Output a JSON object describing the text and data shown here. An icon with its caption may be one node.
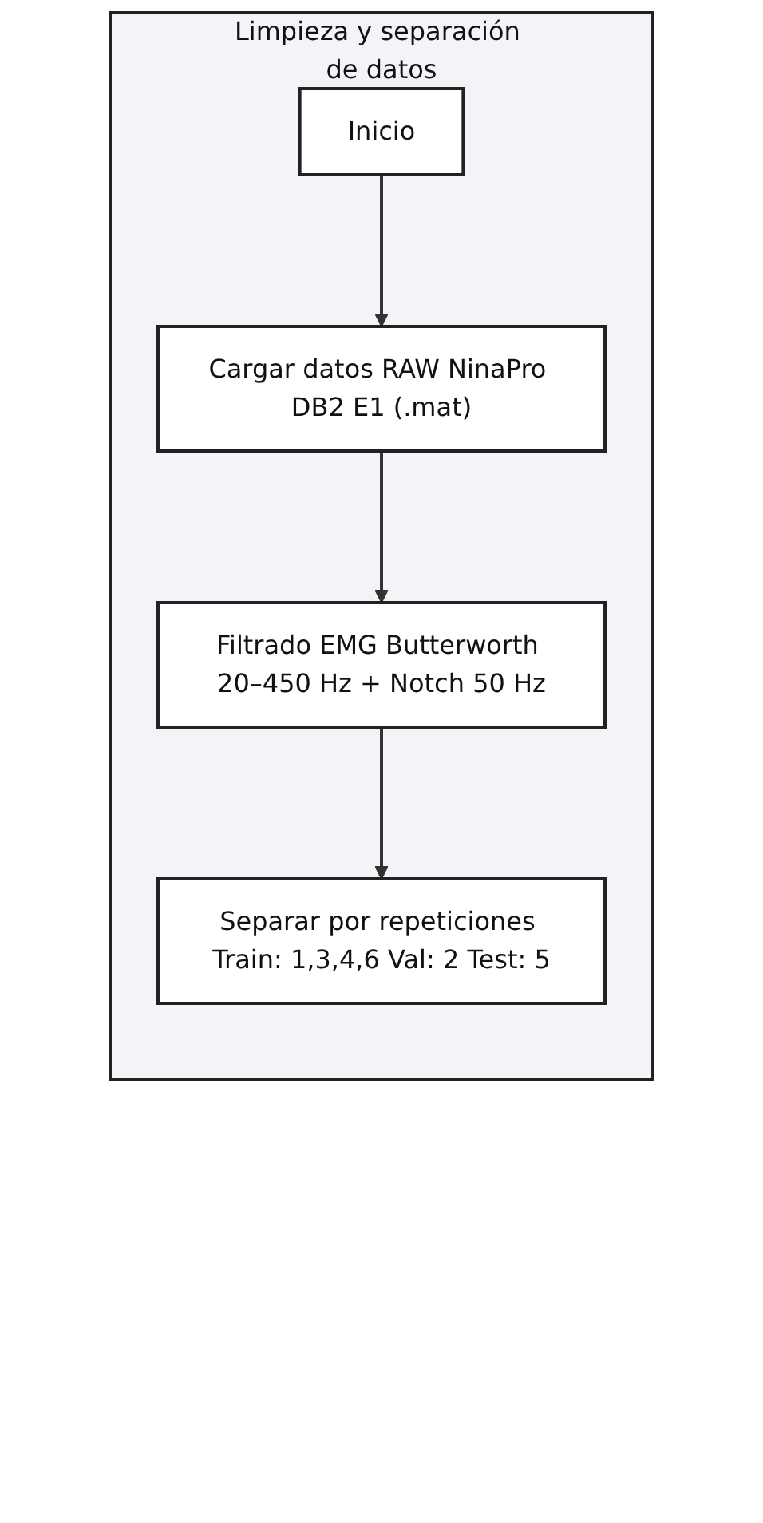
{
  "diagram": {
    "nodes": [
      {
        "text": [
          "Limpieza y separación de datos"
        ]
      },
      {
        "text": [
          "Inicio"
        ],
        "in": 0
      },
      {
        "text": [
          "Cargar datos RAW NinaPro DB2 E1 (.mat)"
        ],
        "in": 0
      },
      {
        "text": [
          "Filtrado EMG Butterworth 20–450 Hz + Notch 50 Hz"
        ],
        "in": 0
      },
      {
        "text": [
          "Separar por repeticiones Train: 1,3,4,6 Val: 2 Test: 5"
        ],
        "in": 0
      }
    ],
    "edges": [
      {
        "from": 1,
        "to": 2,
        "arrow": "to"
      },
      {
        "from": 2,
        "to": 3,
        "arrow": "to"
      },
      {
        "from": 3,
        "to": 4,
        "arrow": "to"
      }
    ]
  }
}
